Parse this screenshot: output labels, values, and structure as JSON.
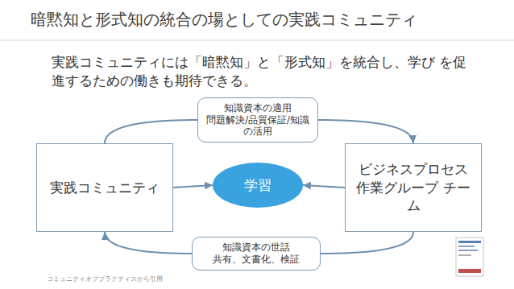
{
  "diagram": {
    "title": "暗黙知と形式知の統合の場としての実践コミュニティ",
    "nodes": [
      {
        "text": [
          "実践コミュニティ"
        ]
      },
      {
        "text": [
          "学習"
        ]
      },
      {
        "text": [
          "ビジネスプロセス 作業グループ チーム"
        ]
      },
      {
        "text": [
          "知識資本の適用",
          "問題解決/品質保証/知識 の活用"
        ]
      },
      {
        "text": [
          "知識資本の世話",
          "共有、文書化、検証"
        ]
      }
    ],
    "edges": [
      {
        "from": 0,
        "to": 3,
        "arrow": "none"
      },
      {
        "from": 3,
        "to": 2,
        "arrow": "to"
      },
      {
        "from": 2,
        "to": 4,
        "arrow": "none"
      },
      {
        "from": 4,
        "to": 0,
        "arrow": "to"
      },
      {
        "from": 0,
        "to": 1,
        "arrow": "to"
      },
      {
        "from": 2,
        "to": 1,
        "arrow": "to"
      }
    ],
    "labels": [
      "実践コミュニティには「暗黙知」と「形式知」を統合し、学び を促進するための働きも期待できる。",
      "コミュニティオブプラクティスから引用"
    ]
  }
}
